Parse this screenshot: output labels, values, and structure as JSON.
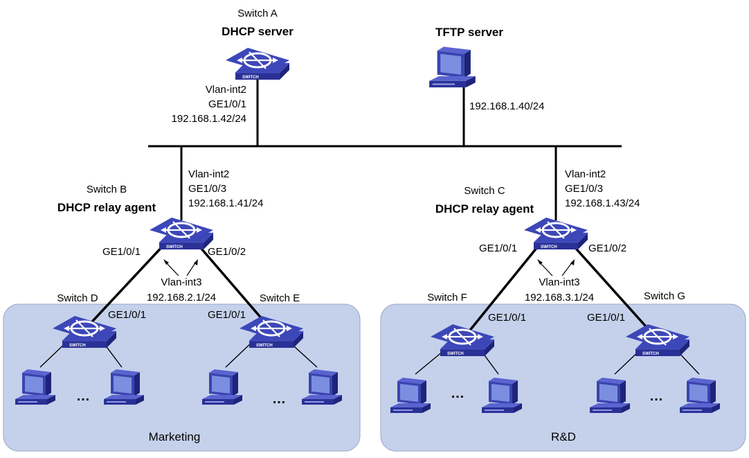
{
  "colors": {
    "area_fill": "#c5d1eb",
    "area_stroke": "#98a6c7",
    "switch_top": "#3d47b8",
    "switch_side": "#1e247a",
    "switch_front": "#2a3196",
    "pc_body": "#3a44b0",
    "pc_screen": "#7c8ee0"
  },
  "icons": {
    "switch": "network-switch-icon",
    "pc": "computer-icon",
    "server": "server-computer-icon"
  },
  "switch_badge": "SWITCH",
  "switch_a": {
    "name": "Switch A",
    "role": "DHCP server",
    "vlan": "Vlan-int2",
    "port": "GE1/0/1",
    "ip": "192.168.1.42/24"
  },
  "tftp": {
    "role": "TFTP server",
    "ip": "192.168.1.40/24"
  },
  "switch_b": {
    "name": "Switch B",
    "role": "DHCP relay agent",
    "vlan_up": "Vlan-int2",
    "port_up": "GE1/0/3",
    "ip_up": "192.168.1.41/24",
    "port_left": "GE1/0/1",
    "port_right": "GE1/0/2",
    "vlan_down": "Vlan-int3",
    "ip_down": "192.168.2.1/24"
  },
  "switch_c": {
    "name": "Switch C",
    "role": "DHCP relay agent",
    "vlan_up": "Vlan-int2",
    "port_up": "GE1/0/3",
    "ip_up": "192.168.1.43/24",
    "port_left": "GE1/0/1",
    "port_right": "GE1/0/2",
    "vlan_down": "Vlan-int3",
    "ip_down": "192.168.3.1/24"
  },
  "switch_d": {
    "name": "Switch D",
    "port": "GE1/0/1"
  },
  "switch_e": {
    "name": "Switch E",
    "port": "GE1/0/1"
  },
  "switch_f": {
    "name": "Switch F",
    "port": "GE1/0/1"
  },
  "switch_g": {
    "name": "Switch G",
    "port": "GE1/0/1"
  },
  "areas": {
    "left": "Marketing",
    "right": "R&D"
  },
  "ellipsis": "…"
}
